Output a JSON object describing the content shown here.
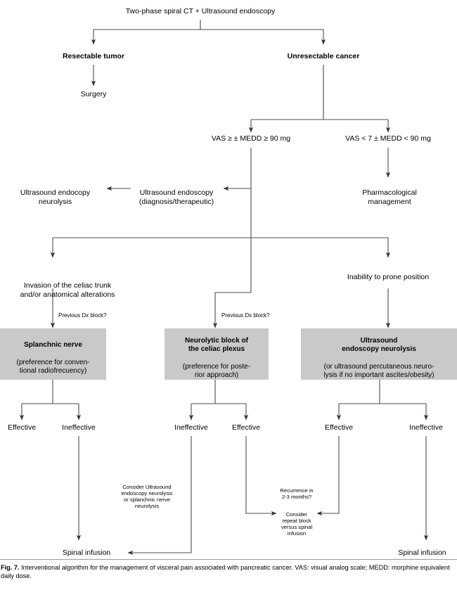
{
  "figure": {
    "number": "Fig. 7.",
    "caption": "Interventional algorithm for the management of visceral pain associated with pancreatic cancer. VAS: visual analog scale; MEDD: morphine equivalent daily dose."
  },
  "colors": {
    "box_fill": "#c9c9c9",
    "line": "#4d4d4d",
    "text": "#000000",
    "background": "#ffffff"
  },
  "nodes": {
    "root": "Two-phase spiral CT + Ultrasound endoscopy",
    "resectable": "Resectable tumor",
    "unresectable": "Unresectable cancer",
    "surgery": "Surgery",
    "vas_high": "VAS ≥ ± MEDD ≥ 90 mg",
    "vas_low": "VAS < 7 ± MEDD < 90 mg",
    "us_endoscopy": "Ultrasound endoscopy\n(diagnosis/therapeutic)",
    "us_endocopy_neurolysis": "Ultrasound endocopy\nneurolysis",
    "pharmacological": "Pharmacological\nmanagement",
    "invasion": "Invasion of the celiac trunk\nand/or anatomical alterations",
    "inability": "Inability to prone position",
    "dx_block_left": "Previous Dx block?",
    "dx_block_mid": "Previous Dx block?",
    "consider_us": "Consider Ultrasound\nendoscopy neurolysis\nor splanchnic nerve\nneurolysis",
    "recurrence": "Recurrence in\n2-3 months?",
    "consider_repeat": "Consider\nrepeat block\nversus spinal\ninfusion",
    "spinal_left": "Spinal infusion",
    "spinal_right": "Spinal infusion"
  },
  "gray_boxes": [
    {
      "id": "splanchnic-nerve",
      "title": "Splanchnic nerve",
      "detail": "(preference for conven-\ntional radiofrecuency)"
    },
    {
      "id": "neurolytic-block-celiac-plexus",
      "title": "Neurolytic block of\nthe celiac plexus",
      "detail": "(preference for poste-\nrior approach)"
    },
    {
      "id": "ultrasound-endoscopy-neurolysis",
      "title": "Ultrasound\nendoscopy neurolysis",
      "detail": "(or ultrasound percutaneous neuro-\nlysis if no important ascites/obesity)"
    }
  ],
  "outcomes": {
    "left_box": [
      "Effective",
      "Ineffective"
    ],
    "mid_box": [
      "Ineffective",
      "Effective"
    ],
    "right_box": [
      "Effective",
      "Ineffective"
    ]
  }
}
